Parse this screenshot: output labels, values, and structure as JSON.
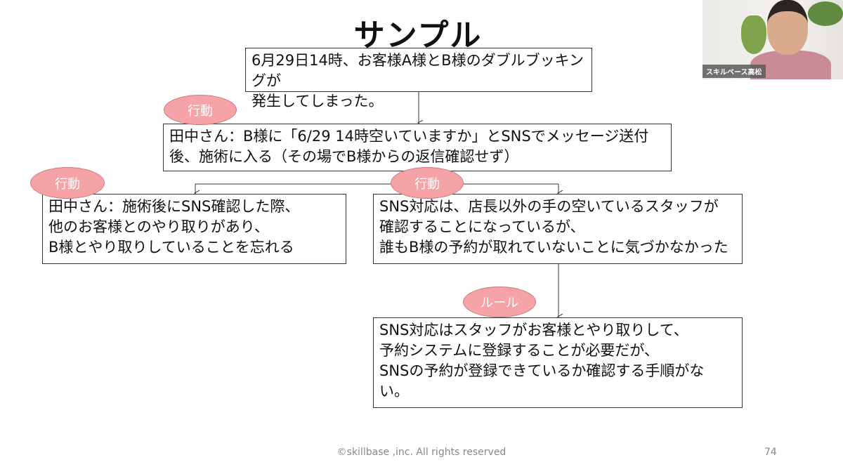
{
  "title": "サンプル",
  "boxes": {
    "incident": "6月29日14時、お客様A様とB様のダブルブッキングが\n発生してしまった。",
    "action1": "田中さん：B様に「6/29 14時空いていますか」とSNSでメッセージ送付\n後、施術に入る（その場でB様からの返信確認せず）",
    "action2": "田中さん：施術後にSNS確認した際、\n他のお客様とのやり取りがあり、\nB様とやり取りしていることを忘れる",
    "action3": "SNS対応は、店長以外の手の空いているスタッフが\n確認することになっているが、\n誰もB様の予約が取れていないことに気づかなかった",
    "rule": "SNS対応はスタッフがお客様とやり取りして、\n予約システムに登録することが必要だが、\nSNSの予約が登録できているか確認する手順がな\nい。"
  },
  "tags": {
    "action": "行動",
    "rule": "ルール"
  },
  "footer": "©skillbase ,inc. All rights reserved",
  "page_number": "74",
  "webcam": {
    "name_label": "スキルベース高松"
  },
  "colors": {
    "tag_fill": "#f5a3a6"
  }
}
